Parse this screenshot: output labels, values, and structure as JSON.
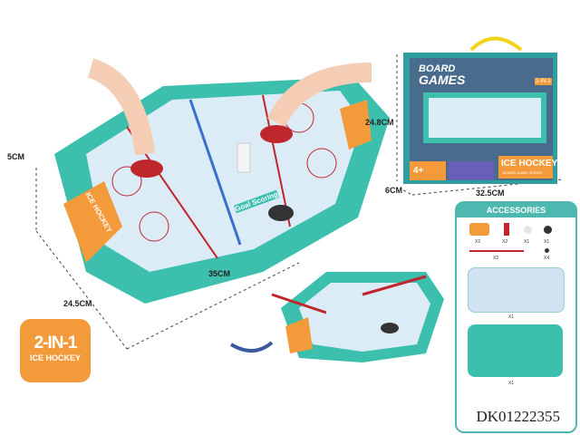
{
  "dimensions": {
    "height_game": "5CM",
    "width_game": "24.5CM",
    "length_game": "35CM",
    "box_height": "24.8CM",
    "box_depth": "6CM",
    "box_width": "32.5CM"
  },
  "game": {
    "goal_label": "Goal Scoring",
    "side_label": "ICE HOCKEY"
  },
  "badge": {
    "title": "2-IN-1",
    "subtitle": "ICE HOCKEY"
  },
  "box": {
    "brand_line1": "BOARD",
    "brand_line2": "GAMES",
    "badge": "2-IN-1",
    "title": "ICE HOCKEY",
    "subtitle": "BOARD GAME SERIES",
    "age": "4+"
  },
  "accessories": {
    "title": "ACCESSORIES",
    "quantities": [
      "X2",
      "X2",
      "X1",
      "X1",
      "X2",
      "X4",
      "X1",
      "X1"
    ]
  },
  "product_code": "DK01222355",
  "colors": {
    "teal": "#3dbfae",
    "orange": "#f39a3b",
    "ice": "#dcecf7",
    "red": "#c0272d"
  }
}
